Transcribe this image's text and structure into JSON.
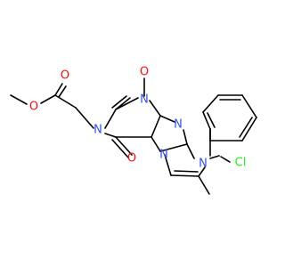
{
  "molecule": {
    "atoms": {
      "o_methoxy": "O",
      "o_ester": "O",
      "o_c2": "O",
      "o_c6": "O",
      "n1": "N",
      "n3": "N",
      "n7": "N",
      "n9": "N",
      "n_bridge": "N",
      "cl": "Cl"
    },
    "colors": {
      "carbon": "#000000",
      "nitrogen": "#3050f8",
      "oxygen": "#ff0d0d",
      "chlorine": "#1ff01f"
    }
  }
}
